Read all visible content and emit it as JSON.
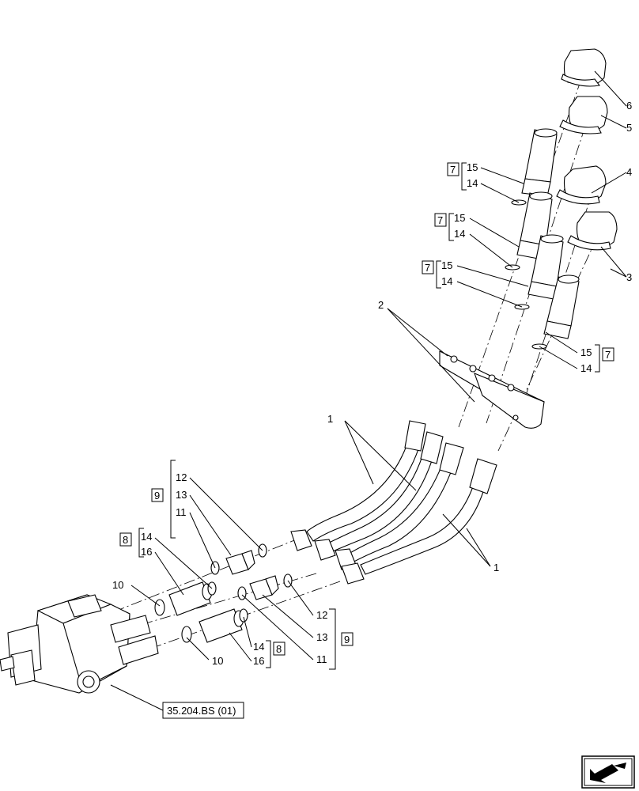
{
  "callouts": {
    "c1_top": "1",
    "c1_bottom": "1",
    "c2": "2",
    "c3": "3",
    "c4": "4",
    "c5": "5",
    "c6": "6",
    "c15_a": "15",
    "c14_a": "14",
    "c7_a": "7",
    "c15_b": "15",
    "c14_b": "14",
    "c7_b": "7",
    "c15_c": "15",
    "c14_c": "14",
    "c7_c": "7",
    "c15_d": "15",
    "c14_d": "14",
    "c7_d": "7",
    "c9_top": "9",
    "c12_top": "12",
    "c13_top": "13",
    "c11_top": "11",
    "c8_top": "8",
    "c14_e": "14",
    "c16_top": "16",
    "c10_top": "10",
    "c10_bottom": "10",
    "c12_bottom": "12",
    "c13_bottom": "13",
    "c11_bottom": "11",
    "c9_bottom": "9",
    "c14_f": "14",
    "c16_bottom": "16",
    "c8_bottom": "8"
  },
  "reference_box": "35.204.BS (01)",
  "nav_icon": "next-page-arrow-icon"
}
